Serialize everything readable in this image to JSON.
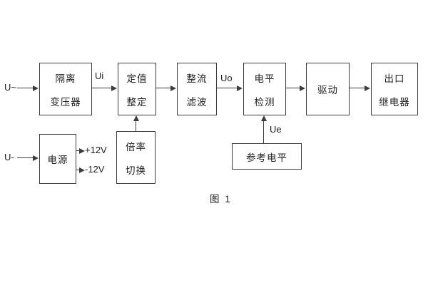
{
  "diagram": {
    "caption": "图 1",
    "boxes": [
      {
        "name": "isolation-transformer",
        "lines": [
          "隔离",
          "变压器"
        ]
      },
      {
        "name": "value-setting",
        "lines": [
          "定值",
          "整定"
        ]
      },
      {
        "name": "rectify-filter",
        "lines": [
          "整流",
          "滤波"
        ]
      },
      {
        "name": "level-detect",
        "lines": [
          "电平",
          "检测"
        ]
      },
      {
        "name": "drive",
        "lines": [
          "驱动"
        ]
      },
      {
        "name": "output-relay",
        "lines": [
          "出口",
          "继电器"
        ]
      },
      {
        "name": "power-supply",
        "lines": [
          "电源"
        ]
      },
      {
        "name": "ratio-switch",
        "lines": [
          "倍率",
          "切换"
        ]
      },
      {
        "name": "reference-level",
        "lines": [
          "参考电平"
        ]
      }
    ],
    "labels": {
      "ac_input": "U~",
      "ui": "Ui",
      "uo": "Uo",
      "dc_input": "U-",
      "plus_12v": "+12V",
      "minus_12v": "-12V",
      "ue": "Ue"
    }
  }
}
